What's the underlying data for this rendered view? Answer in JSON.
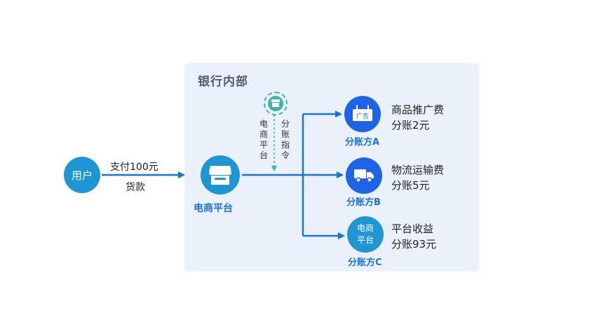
{
  "bank": {
    "title": "银行内部"
  },
  "user": {
    "label": "用户"
  },
  "payment": {
    "line1": "支付100元",
    "line2": "货款"
  },
  "platform": {
    "label": "电商平台"
  },
  "instruction": {
    "left_vertical": "电商平台",
    "right_vertical": "分账指令"
  },
  "parties": [
    {
      "name": "分账方A",
      "fee_name": "商品推广费",
      "fee_amount": "分账2元",
      "icon": "ad-sign-icon",
      "badge_text": "广告"
    },
    {
      "name": "分账方B",
      "fee_name": "物流运输费",
      "fee_amount": "分账5元",
      "icon": "truck-icon"
    },
    {
      "name": "分账方C",
      "fee_name": "平台收益",
      "fee_amount": "分账93元",
      "circle_text_1": "电商",
      "circle_text_2": "平台"
    }
  ],
  "colors": {
    "arrow": "#1a73d9",
    "circle_teal": "#1f95d3",
    "circle_blue": "#1e64e4",
    "panel": "#eaf1fb",
    "dashed": "#3ab5a6"
  }
}
